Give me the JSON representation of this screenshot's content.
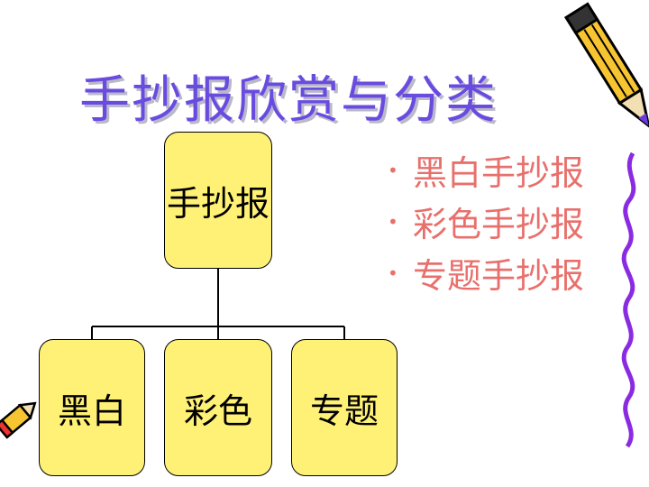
{
  "title": "手抄报欣赏与分类",
  "diagram": {
    "root": "手抄报",
    "children": [
      "黑白",
      "彩色",
      "专题"
    ]
  },
  "bullets": [
    "黑白手抄报",
    "彩色手抄报",
    "专题手抄报"
  ],
  "colors": {
    "title": "#6a4be0",
    "box_fill": "#fff176",
    "bullet_text": "#e8706c",
    "pencil_body": "#f7c531",
    "scribble": "#8a2be2"
  },
  "icons": [
    "pencil-icon",
    "small-pencil-icon"
  ]
}
